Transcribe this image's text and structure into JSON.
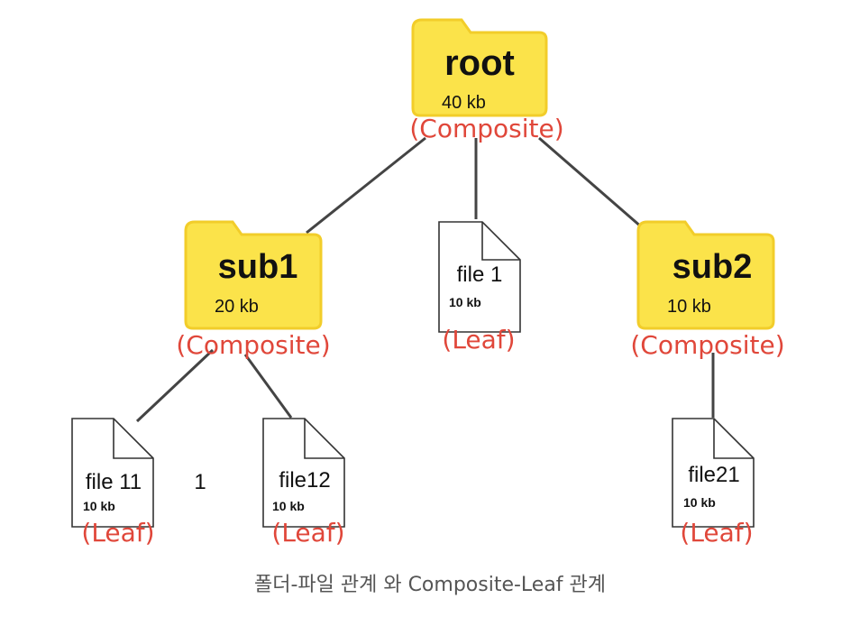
{
  "nodes": {
    "root": {
      "name": "root",
      "size": "40 kb",
      "role": "(Composite)"
    },
    "sub1": {
      "name": "sub1",
      "size": "20 kb",
      "role": "(Composite)"
    },
    "sub2": {
      "name": "sub2",
      "size": "10 kb",
      "role": "(Composite)"
    },
    "file1": {
      "name": "file 1",
      "size": "10 kb",
      "role": "(Leaf)"
    },
    "file11": {
      "name": "file 11",
      "size": "10 kb",
      "role": "(Leaf)"
    },
    "file12": {
      "name": "file12",
      "size": "10 kb",
      "role": "(Leaf)"
    },
    "file21": {
      "name": "file21",
      "size": "10 kb",
      "role": "(Leaf)"
    }
  },
  "stray_label": "1",
  "caption": "폴더-파일 관계 와 Composite-Leaf 관계",
  "colors": {
    "folder": "#fbe34a",
    "folder_tab": "#f2cd2a",
    "role_text": "#e0473a",
    "edge": "#444444"
  }
}
